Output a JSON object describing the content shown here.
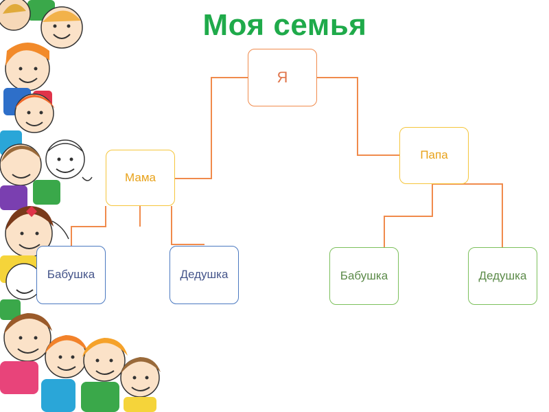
{
  "title": "Моя семья",
  "nodes": {
    "me": "Я",
    "mama": "Мама",
    "papa": "Папа",
    "grandma_mama_side": "Бабушка",
    "grandpa_mama_side": "Дедушка",
    "grandma_papa_side": "Бабушка",
    "grandpa_papa_side": "Дедушка"
  },
  "colors": {
    "title": "#1faa4a",
    "connector": "#f08a4b",
    "parent_border": "#f5c53a",
    "mama_grandparents_border": "#4a78c0",
    "papa_grandparents_border": "#7bbf5a"
  }
}
